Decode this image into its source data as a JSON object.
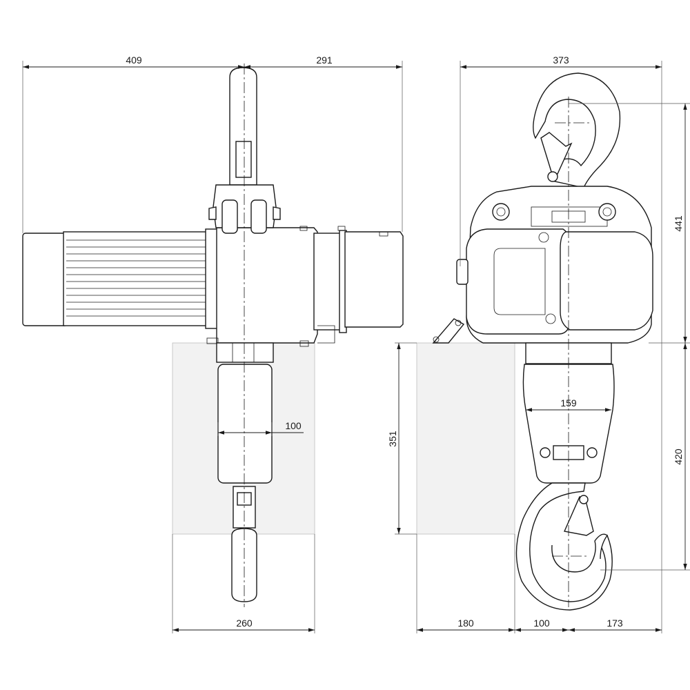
{
  "dimensions": {
    "d409": "409",
    "d291": "291",
    "d373": "373",
    "d441": "441",
    "d100a": "100",
    "d159": "159",
    "d351": "351",
    "d420": "420",
    "d260": "260",
    "d180": "180",
    "d100b": "100",
    "d173": "173"
  }
}
